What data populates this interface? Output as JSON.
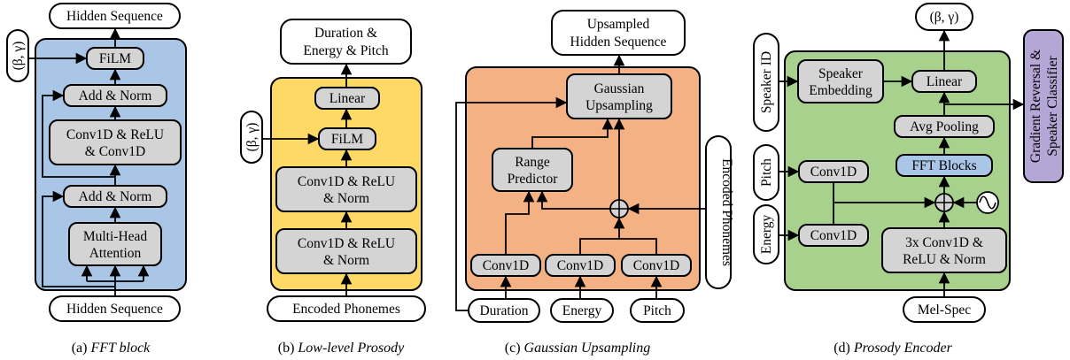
{
  "colors": {
    "fft_panel": "#a9c6e6",
    "prosody_panel": "#ffd966",
    "upsampling_panel": "#f4b183",
    "encoder_panel": "#a9d18e",
    "node_fill": "#d4d4d4",
    "fft_blocks_fill": "#a9c6e6",
    "classifier_fill": "#b4a7d6"
  },
  "panel_a": {
    "caption_prefix": "(a) ",
    "caption_italic": "FFT block",
    "top_output": "Hidden Sequence",
    "bottom_input": "Hidden Sequence",
    "side_input": "(β, γ)",
    "film": "FiLM",
    "add_norm_top": "Add & Norm",
    "conv_line1": "Conv1D & ReLU",
    "conv_line2": "& Conv1D",
    "add_norm_bottom": "Add & Norm",
    "mha_line1": "Multi-Head",
    "mha_line2": "Attention"
  },
  "panel_b": {
    "caption_prefix": "(b) ",
    "caption_italic": "Low-level Prosody",
    "top_output_line1": "Duration &",
    "top_output_line2": "Energy & Pitch",
    "linear": "Linear",
    "side_input": "(β, γ)",
    "film": "FiLM",
    "conv_top_line1": "Conv1D & ReLU",
    "conv_top_line2": "& Norm",
    "conv_bottom_line1": "Conv1D & ReLU",
    "conv_bottom_line2": "& Norm",
    "bottom_input": "Encoded Phonemes"
  },
  "panel_c": {
    "caption_prefix": "(c) ",
    "caption_italic": "Gaussian Upsampling",
    "top_output_line1": "Upsampled",
    "top_output_line2": "Hidden Sequence",
    "gaussian_line1": "Gaussian",
    "gaussian_line2": "Upsampling",
    "range_line1": "Range",
    "range_line2": "Predictor",
    "conv_duration": "Conv1D",
    "conv_energy": "Conv1D",
    "conv_pitch": "Conv1D",
    "input_duration": "Duration",
    "input_energy": "Energy",
    "input_pitch": "Pitch",
    "side_input": "Encoded Phonemes"
  },
  "panel_d": {
    "caption_prefix": "(d) ",
    "caption_italic": "Prosody Encoder",
    "top_output": "(β, γ)",
    "speaker_id": "Speaker ID",
    "speaker_emb_line1": "Speaker",
    "speaker_emb_line2": "Embedding",
    "linear": "Linear",
    "avg_pool": "Avg Pooling",
    "fft_blocks": "FFT Blocks",
    "pitch_input": "Pitch",
    "energy_input": "Energy",
    "conv_pitch": "Conv1D",
    "conv_energy": "Conv1D",
    "conv3x_line1": "3x Conv1D &",
    "conv3x_line2": "ReLU & Norm",
    "bottom_input": "Mel-Spec",
    "classifier_line1": "Gradient Reversal &",
    "classifier_line2": "Speaker Classifier"
  }
}
